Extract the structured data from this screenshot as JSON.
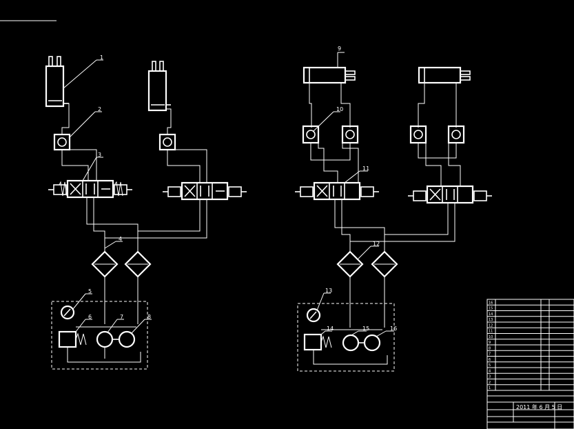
{
  "labels": {
    "n1": "1",
    "n2": "2",
    "n3": "3",
    "n4": "4",
    "n5": "5",
    "n6": "6",
    "n7": "7",
    "n8": "8",
    "n9": "9",
    "n10": "10",
    "n11": "11",
    "n12": "12",
    "n13": "13",
    "n14": "14",
    "n15": "15",
    "n16": "16"
  },
  "title_block": {
    "rows": [
      "16",
      "15",
      "14",
      "13",
      "12",
      "11",
      "10",
      "9",
      "8",
      "7",
      "6",
      "5",
      "4",
      "3",
      "2",
      "1"
    ],
    "date_line": "2011 年 6 月 5 日"
  },
  "colors": {
    "background": "#000000",
    "line": "#ffffff"
  }
}
